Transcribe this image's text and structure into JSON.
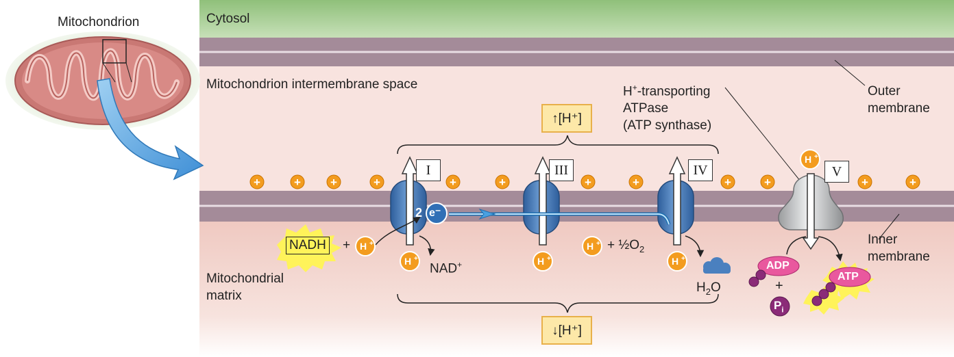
{
  "labels": {
    "mitochondrion": "Mitochondrion",
    "cytosol": "Cytosol",
    "intermembrane_space": "Mitochondrion intermembrane space",
    "atp_synthase_line1": "H",
    "atp_synthase_sup": "+",
    "atp_synthase_line1_rest": "-transporting",
    "atp_synthase_line2": "ATPase",
    "atp_synthase_line3": "(ATP synthase)",
    "outer_membrane_1": "Outer",
    "outer_membrane_2": "membrane",
    "inner_membrane_1": "Inner",
    "inner_membrane_2": "membrane",
    "matrix_1": "Mitochondrial",
    "matrix_2": "matrix"
  },
  "gradient": {
    "high": "↑[H⁺]",
    "low": "↓[H⁺]"
  },
  "complexes": [
    "I",
    "III",
    "IV",
    "V"
  ],
  "molecules": {
    "nadh": "NADH",
    "nad": "NAD",
    "nad_sup": "+",
    "h_plus": "H",
    "h_sup": "+",
    "electrons_count": "2",
    "electron": "e⁻",
    "plus": "+",
    "half_o2": "½O",
    "o2_sub": "2",
    "water_h": "H",
    "water_sub": "2",
    "water_o": "O",
    "adp": "ADP",
    "atp": "ATP",
    "pi": "P",
    "pi_sub": "i",
    "charge": "+"
  },
  "colors": {
    "cytosol": "#a9cf97",
    "membrane": "#a48b99",
    "intermembrane": "#f8e3df",
    "matrix": "#f0cfc8",
    "proton": "#f39c1f",
    "complex": "#4a80bf",
    "atp_synthase": "#c9cbcd",
    "adp_atp": "#e9589e",
    "phosphate": "#8b2b78",
    "highlight": "#fff35a",
    "arrow_blue": "#4aa0e0",
    "gradient_box": "#fde8a8"
  }
}
